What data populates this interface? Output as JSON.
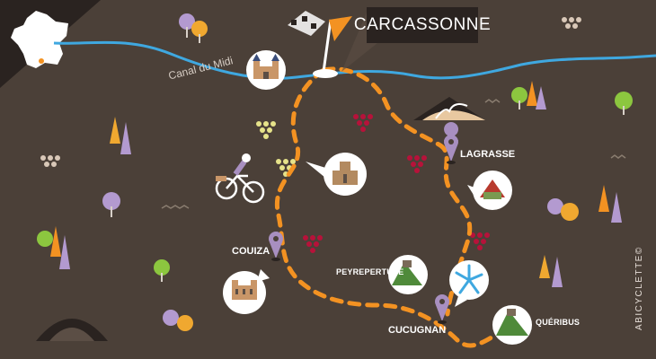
{
  "title": "CARCASSONNE",
  "canal_label": "Canal du Midi",
  "credit": "ABICYCLETTE©",
  "places": {
    "lagrasse": "LAGRASSE",
    "couiza": "COUIZA",
    "peyrepertuse": "PEYREPERTUSE",
    "cucugnan": "CUCUGNAN",
    "queribus": "QUÉRIBUS"
  },
  "colors": {
    "background": "#4b4038",
    "river": "#3fa8e0",
    "route": "#f39222",
    "pin": "#a88fc0",
    "label_box": "#2a2320",
    "france": "#ffffff"
  },
  "icons": [
    "flag-icon",
    "castle-icon",
    "abbey-icon",
    "chateau-icon",
    "cyclist-icon",
    "grapes-icon",
    "trees-icon",
    "fortress-icon",
    "windmill-icon",
    "mountain-icon",
    "france-map-icon"
  ]
}
